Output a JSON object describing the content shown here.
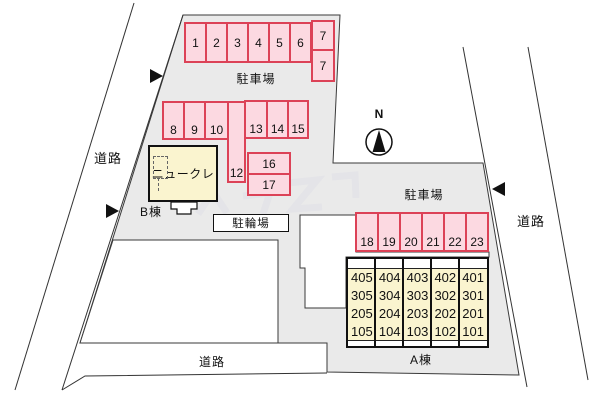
{
  "site": {
    "labels": {
      "road_left": "道路",
      "road_right": "道路",
      "road_bottom": "道路",
      "parking_top": "駐車場",
      "parking_right": "駐車場",
      "bicycle_parking": "駐輪場",
      "building_a": "A棟",
      "building_b": "B棟",
      "building_b_name": "ニュークレ",
      "north": "N"
    },
    "parking": {
      "row_top": [
        "1",
        "2",
        "3",
        "4",
        "5",
        "6",
        "7"
      ],
      "row_top_extra": "7",
      "row_mid_left": [
        "8",
        "9",
        "10"
      ],
      "space_tall": "12",
      "row_mid_right": [
        "13",
        "14",
        "15"
      ],
      "stack": [
        "16",
        "17"
      ],
      "row_right": [
        "18",
        "19",
        "20",
        "21",
        "22",
        "23"
      ]
    },
    "building_a_rooms": {
      "rows": [
        [
          "405",
          "404",
          "403",
          "402",
          "401"
        ],
        [
          "305",
          "304",
          "303",
          "302",
          "301"
        ],
        [
          "205",
          "204",
          "203",
          "202",
          "201"
        ],
        [
          "105",
          "104",
          "103",
          "102",
          "101"
        ]
      ]
    },
    "colors": {
      "site_fill": "#eaeaea",
      "parking_fill": "#fcd9e1",
      "parking_border": "#dc4257",
      "building_fill": "#faf4cf",
      "line": "#333333",
      "watermark": "#e4e4e8"
    }
  }
}
